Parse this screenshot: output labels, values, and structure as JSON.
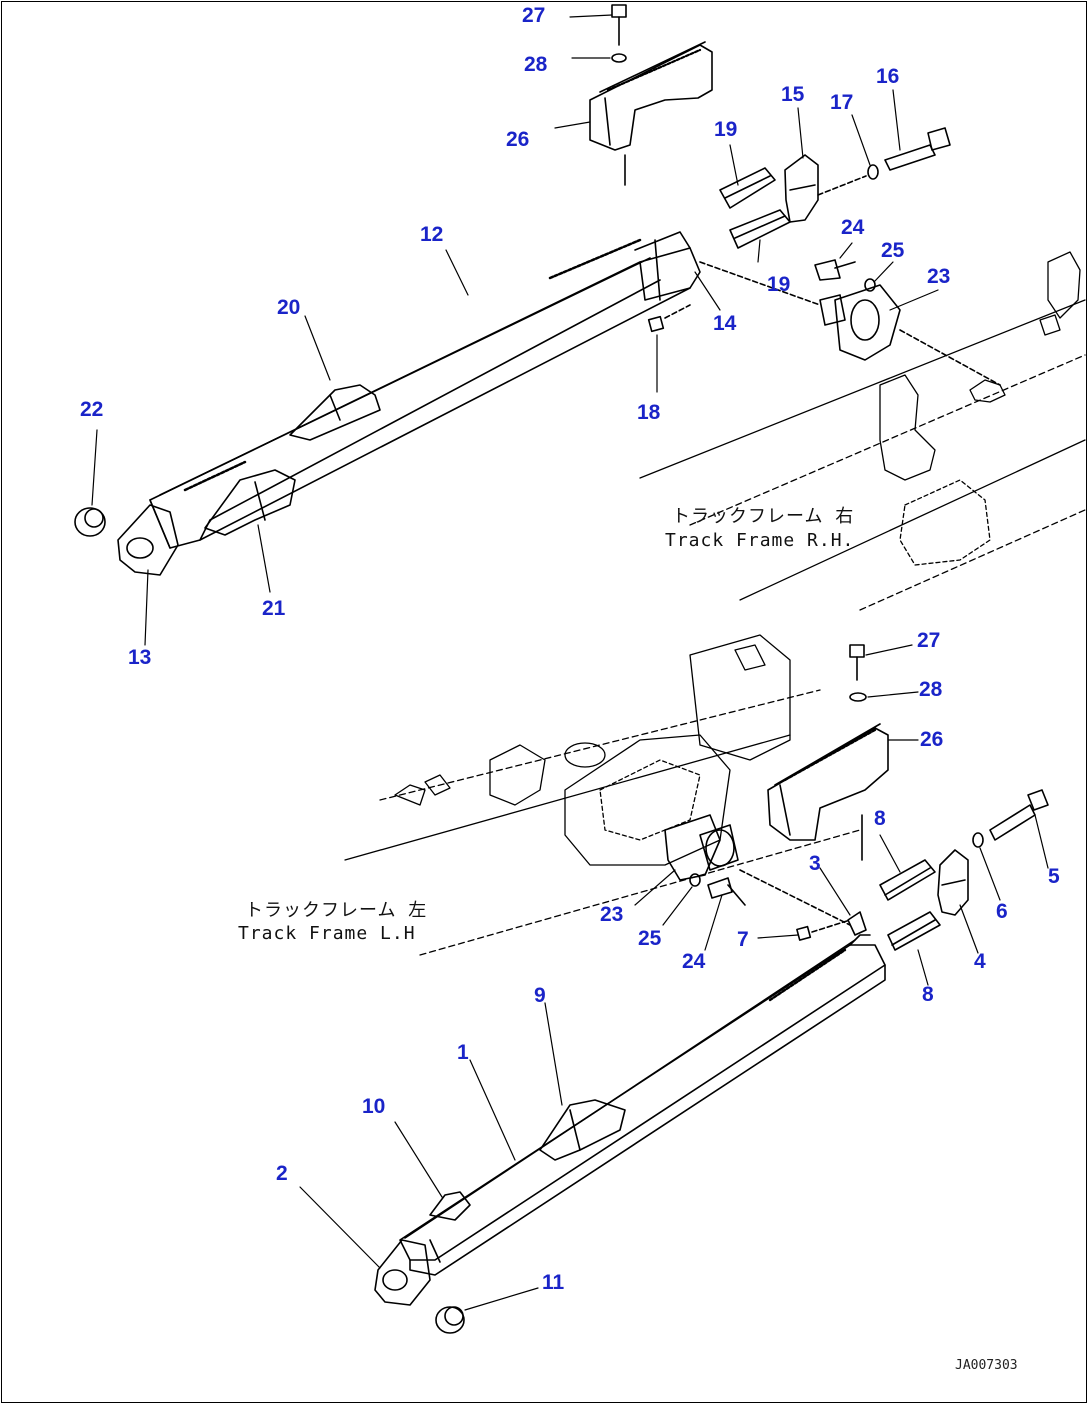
{
  "captions": {
    "rh_jp": "トラックフレーム 右",
    "rh_en": "Track Frame R.H.",
    "lh_jp": "トラックフレーム 左",
    "lh_en": "Track Frame L.H"
  },
  "drawing_code": "JA007303",
  "callouts": [
    {
      "id": "27a",
      "text": "27"
    },
    {
      "id": "28a",
      "text": "28"
    },
    {
      "id": "26a",
      "text": "26"
    },
    {
      "id": "15",
      "text": "15"
    },
    {
      "id": "17",
      "text": "17"
    },
    {
      "id": "16",
      "text": "16"
    },
    {
      "id": "19a",
      "text": "19"
    },
    {
      "id": "19b",
      "text": "19"
    },
    {
      "id": "12",
      "text": "12"
    },
    {
      "id": "24a",
      "text": "24"
    },
    {
      "id": "25a",
      "text": "25"
    },
    {
      "id": "23a",
      "text": "23"
    },
    {
      "id": "20",
      "text": "20"
    },
    {
      "id": "14",
      "text": "14"
    },
    {
      "id": "18",
      "text": "18"
    },
    {
      "id": "22",
      "text": "22"
    },
    {
      "id": "21",
      "text": "21"
    },
    {
      "id": "13",
      "text": "13"
    },
    {
      "id": "27b",
      "text": "27"
    },
    {
      "id": "28b",
      "text": "28"
    },
    {
      "id": "26b",
      "text": "26"
    },
    {
      "id": "8a",
      "text": "8"
    },
    {
      "id": "5",
      "text": "5"
    },
    {
      "id": "3",
      "text": "3"
    },
    {
      "id": "6",
      "text": "6"
    },
    {
      "id": "23b",
      "text": "23"
    },
    {
      "id": "25b",
      "text": "25"
    },
    {
      "id": "24b",
      "text": "24"
    },
    {
      "id": "7",
      "text": "7"
    },
    {
      "id": "4",
      "text": "4"
    },
    {
      "id": "8b",
      "text": "8"
    },
    {
      "id": "9",
      "text": "9"
    },
    {
      "id": "1",
      "text": "1"
    },
    {
      "id": "10",
      "text": "10"
    },
    {
      "id": "2",
      "text": "2"
    },
    {
      "id": "11",
      "text": "11"
    }
  ]
}
